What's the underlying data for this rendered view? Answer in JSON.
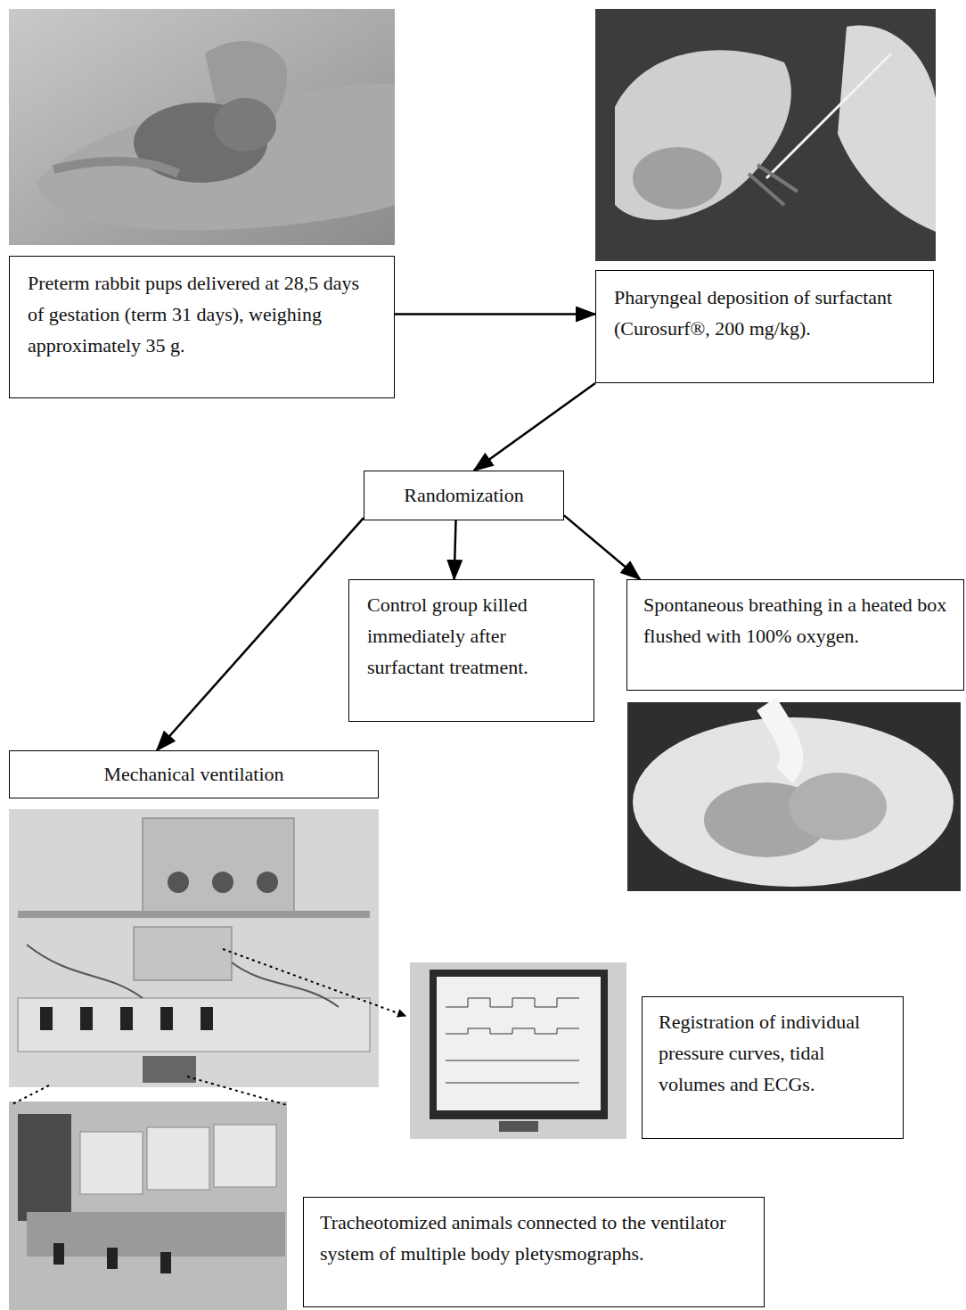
{
  "diagram": {
    "nodes": [
      {
        "text": [
          "Preterm rabbit pups delivered at 28,5 days of gestation (term 31 days), weighing approximately 35 g."
        ]
      },
      {
        "text": [
          "Pharyngeal deposition of surfactant (Curosurf®, 200 mg/kg)."
        ]
      },
      {
        "text": [
          "Randomization"
        ]
      },
      {
        "text": [
          "Control group killed immediately after surfactant treatment."
        ]
      },
      {
        "text": [
          "Spontaneous breathing in a heated box flushed with 100% oxygen."
        ]
      },
      {
        "text": [
          "Mechanical ventilation"
        ]
      },
      {
        "text": [
          "Registration of individual pressure curves, tidal volumes and ECGs."
        ]
      },
      {
        "text": [
          "Tracheotomized animals connected to the ventilator system of multiple body pletysmographs."
        ]
      }
    ],
    "edges": [
      {
        "from": 0,
        "to": 1,
        "arrow": "to"
      },
      {
        "from": 1,
        "to": 2,
        "arrow": "to"
      },
      {
        "from": 2,
        "to": 5,
        "arrow": "to"
      },
      {
        "from": 2,
        "to": 3,
        "arrow": "to"
      },
      {
        "from": 2,
        "to": 4,
        "arrow": "to"
      }
    ]
  }
}
